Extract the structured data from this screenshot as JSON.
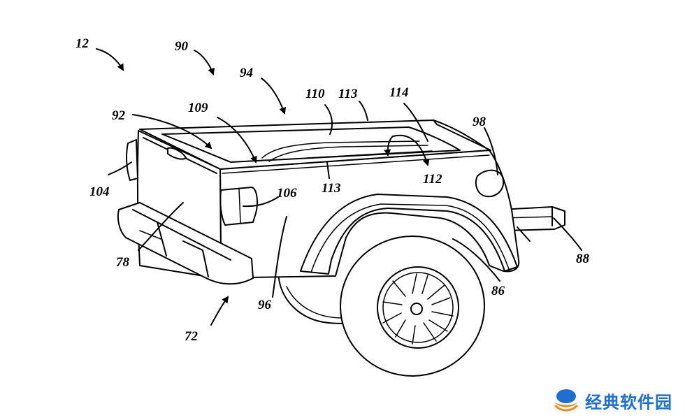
{
  "labels": {
    "l12": "12",
    "l90": "90",
    "l94": "94",
    "l110": "110",
    "l113a": "113",
    "l114": "114",
    "l92": "92",
    "l109": "109",
    "l98": "98",
    "l104": "104",
    "l106": "106",
    "l113b": "113",
    "l112": "112",
    "l88": "88",
    "l78": "78",
    "l96": "96",
    "l86": "86",
    "l72": "72"
  },
  "watermark": {
    "text": "经典软件园",
    "color": "#1e6fd0",
    "logo_colors": [
      "#1e6fd0",
      "#f08a1c"
    ]
  }
}
